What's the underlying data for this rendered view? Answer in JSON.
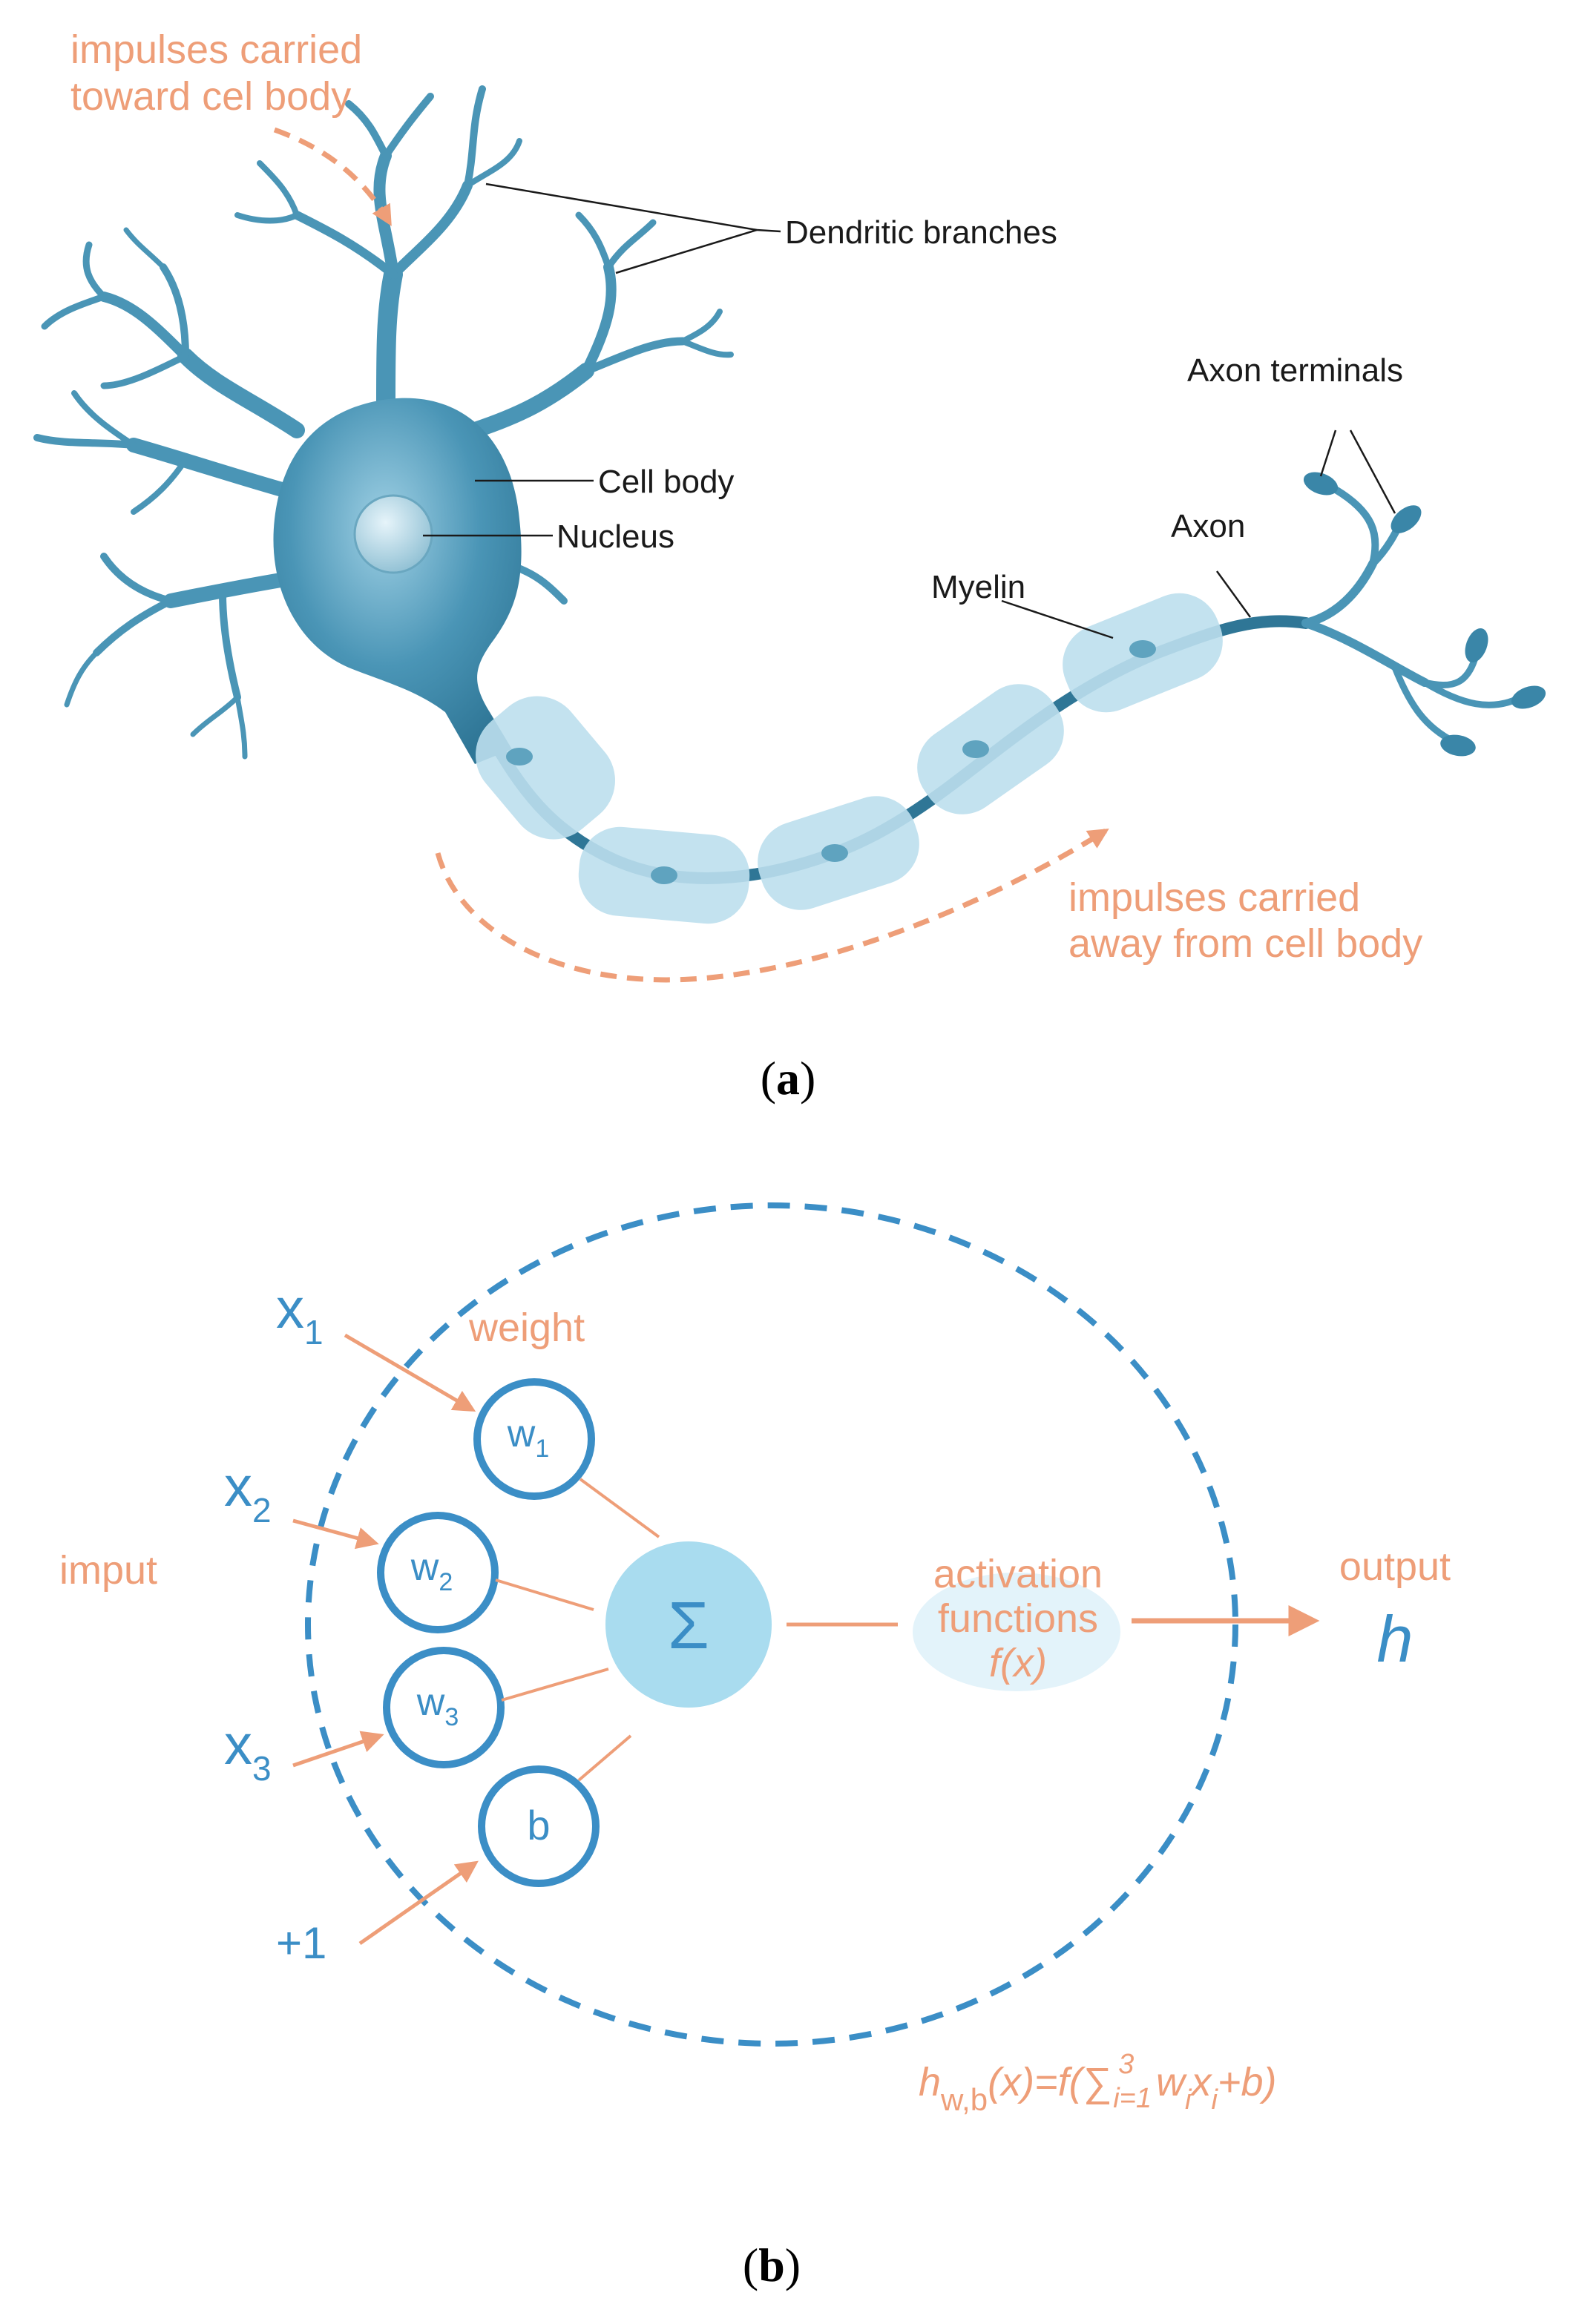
{
  "panel_a": {
    "impulse_in": [
      "impulses carried",
      "toward cel body"
    ],
    "dendritic": "Dendritic branches",
    "cell_body": "Cell body",
    "nucleus": "Nucleus",
    "myelin": "Myelin",
    "axon": "Axon",
    "axon_terminals": "Axon terminals",
    "impulse_out": [
      "impulses carried",
      "away from cell body"
    ],
    "caption_open": "(",
    "caption_letter": "a",
    "caption_close": ")"
  },
  "panel_b": {
    "x1": "x",
    "x1_sub": "1",
    "x2": "x",
    "x2_sub": "2",
    "x3": "x",
    "x3_sub": "3",
    "plus_one": "+1",
    "weight": "weight",
    "imput": "imput",
    "w1": "w",
    "w1_sub": "1",
    "w2": "w",
    "w2_sub": "2",
    "w3": "w",
    "w3_sub": "3",
    "b": "b",
    "sigma": "Σ",
    "activation": [
      "activation",
      "functions",
      "f(x)"
    ],
    "output": "output",
    "h": "h",
    "formula": {
      "h": "h",
      "sub": "w,b",
      "body": "(x)=f(∑",
      "sup": "3",
      "lower": "i=1",
      "w": "w",
      "wsub": "i",
      "x": "x",
      "xsub": "i",
      "tail": "+b)"
    },
    "caption_open": "(",
    "caption_letter": "b",
    "caption_close": ")"
  },
  "colors": {
    "neuron": "#4a95b6",
    "myelin": "#bcdfed",
    "accent": "#ee9e78",
    "blue": "#3b8ec6",
    "sum": "#a9dcef"
  }
}
